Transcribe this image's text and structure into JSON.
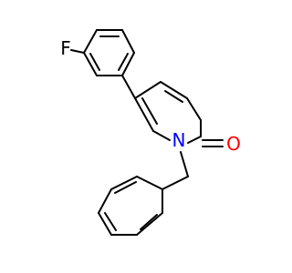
{
  "molecule": {
    "atoms": {
      "fluorine": {
        "symbol": "F",
        "color": "#000000"
      },
      "nitrogen": {
        "symbol": "N",
        "color": "#0000ff"
      },
      "oxygen": {
        "symbol": "O",
        "color": "#ff0000"
      }
    },
    "bond_color": "#000000",
    "background": "#ffffff"
  }
}
